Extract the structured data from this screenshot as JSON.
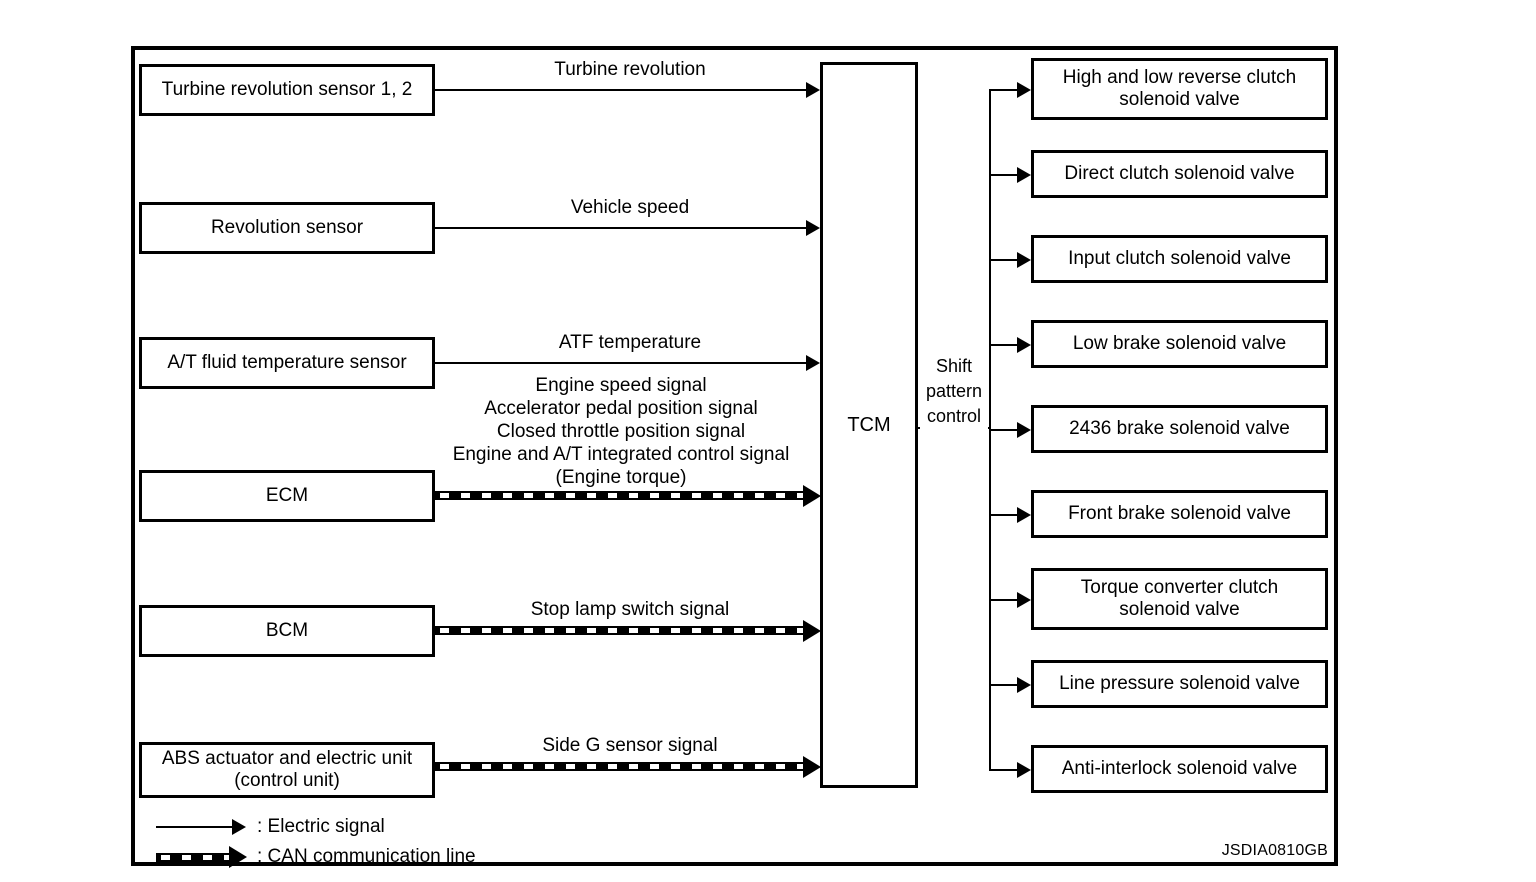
{
  "diagram": {
    "id_code": "JSDIA0810GB",
    "center_unit": {
      "label": "TCM"
    },
    "shift_pattern": {
      "label": "Shift\npattern\ncontrol"
    },
    "inputs": [
      {
        "box_label": "Turbine revolution sensor 1, 2",
        "signal_label": "Turbine revolution",
        "line_type": "electric-signal"
      },
      {
        "box_label": "Revolution sensor",
        "signal_label": "Vehicle speed",
        "line_type": "electric-signal"
      },
      {
        "box_label": "A/T fluid temperature sensor",
        "signal_label": "ATF temperature",
        "line_type": "electric-signal"
      },
      {
        "box_label": "ECM",
        "signal_label": "Engine speed signal\nAccelerator pedal position signal\nClosed throttle position signal\nEngine and A/T integrated control signal\n(Engine torque)",
        "line_type": "can-communication-line"
      },
      {
        "box_label": "BCM",
        "signal_label": "Stop lamp switch signal",
        "line_type": "can-communication-line"
      },
      {
        "box_label": "ABS actuator and electric unit\n(control unit)",
        "signal_label": "Side G sensor signal",
        "line_type": "can-communication-line"
      }
    ],
    "outputs": [
      {
        "box_label": "High and low reverse clutch\nsolenoid valve"
      },
      {
        "box_label": "Direct clutch solenoid valve"
      },
      {
        "box_label": "Input clutch solenoid valve"
      },
      {
        "box_label": "Low brake solenoid valve"
      },
      {
        "box_label": "2436 brake solenoid valve"
      },
      {
        "box_label": "Front brake solenoid valve"
      },
      {
        "box_label": "Torque converter clutch\nsolenoid valve"
      },
      {
        "box_label": "Line pressure solenoid valve"
      },
      {
        "box_label": "Anti-interlock solenoid valve"
      }
    ],
    "legend": [
      {
        "symbol": "electric-signal-arrow",
        "text": ": Electric signal"
      },
      {
        "symbol": "can-communication-arrow",
        "text": ": CAN communication line"
      }
    ],
    "colors": {
      "line": "#000000",
      "background": "#ffffff"
    }
  }
}
